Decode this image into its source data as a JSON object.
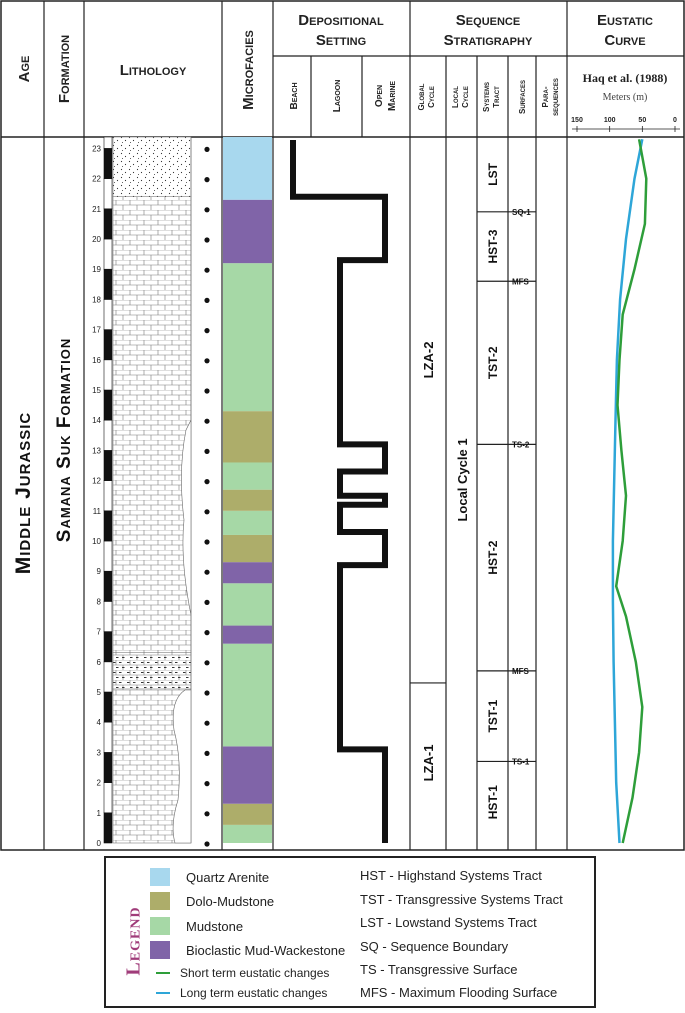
{
  "headers": {
    "age": "Age",
    "formation": "Formation",
    "lithology": "Lithology",
    "microfacies": "Microfacies",
    "depositional_setting": [
      "Depositional",
      "Setting"
    ],
    "sequence_stratigraphy": [
      "Sequence",
      "Stratigraphy"
    ],
    "eustatic_curve": [
      "Eustatic",
      "Curve"
    ],
    "beach": "Beach",
    "lagoon": "Lagoon",
    "open_marine": [
      "Open",
      "Marine"
    ],
    "global_cycle": [
      "Global",
      "Cycle"
    ],
    "local_cycle": [
      "Local",
      "Cycle"
    ],
    "systems_tract": [
      "Systems",
      "Tract"
    ],
    "surfaces": "Surfaces",
    "parasequences": [
      "Para-",
      "sequences"
    ],
    "curve_source": "Haq et al. (1988)",
    "curve_unit": "Meters (m)",
    "curve_ticks": [
      "150",
      "100",
      "50",
      "0"
    ]
  },
  "age_label": "Middle Jurassic",
  "formation_label": "Samana Suk Formation",
  "scale_numbers": [
    "0",
    "1",
    "2",
    "3",
    "4",
    "5",
    "6",
    "7",
    "8",
    "9",
    "10",
    "11",
    "12",
    "13",
    "14",
    "15",
    "16",
    "17",
    "18",
    "19",
    "20",
    "21",
    "22",
    "23"
  ],
  "microfacies_types": {
    "quartz_arenite": {
      "label": "Quartz Arenite",
      "color": "#a8d8ee"
    },
    "dolo_mudstone": {
      "label": "Dolo-Mudstone",
      "color": "#adad6a"
    },
    "mudstone": {
      "label": "Mudstone",
      "color": "#a6d8a6"
    },
    "bioclastic": {
      "label": "Bioclastic Mud-Wackestone",
      "color": "#8064a8"
    }
  },
  "microfacies_column": [
    {
      "from": 0,
      "to": 0.6,
      "type": "mudstone"
    },
    {
      "from": 0.6,
      "to": 1.3,
      "type": "dolo_mudstone"
    },
    {
      "from": 1.3,
      "to": 3.2,
      "type": "bioclastic"
    },
    {
      "from": 3.2,
      "to": 6.6,
      "type": "mudstone"
    },
    {
      "from": 6.6,
      "to": 7.2,
      "type": "bioclastic"
    },
    {
      "from": 7.2,
      "to": 8.6,
      "type": "mudstone"
    },
    {
      "from": 8.6,
      "to": 9.3,
      "type": "bioclastic"
    },
    {
      "from": 9.3,
      "to": 10.2,
      "type": "dolo_mudstone"
    },
    {
      "from": 10.2,
      "to": 11.0,
      "type": "mudstone"
    },
    {
      "from": 11.0,
      "to": 11.7,
      "type": "dolo_mudstone"
    },
    {
      "from": 11.7,
      "to": 12.6,
      "type": "mudstone"
    },
    {
      "from": 12.6,
      "to": 14.3,
      "type": "dolo_mudstone"
    },
    {
      "from": 14.3,
      "to": 19.2,
      "type": "mudstone"
    },
    {
      "from": 19.2,
      "to": 21.3,
      "type": "bioclastic"
    },
    {
      "from": 21.3,
      "to": 23.5,
      "type": "quartz_arenite"
    }
  ],
  "lithology_column": [
    {
      "from": 0,
      "to": 5.1,
      "type": "limestone"
    },
    {
      "from": 5.1,
      "to": 6.3,
      "type": "marly-limestone"
    },
    {
      "from": 6.3,
      "to": 21.4,
      "type": "limestone"
    },
    {
      "from": 21.4,
      "to": 23.5,
      "type": "sandstone"
    }
  ],
  "depositional_curve": {
    "levels": [
      "beach",
      "lagoon",
      "open_marine"
    ],
    "points": [
      {
        "y": 0,
        "level": "open_marine"
      },
      {
        "y": 3.1,
        "level": "open_marine"
      },
      {
        "y": 3.1,
        "level": "lagoon"
      },
      {
        "y": 9.2,
        "level": "lagoon"
      },
      {
        "y": 9.2,
        "level": "open_marine"
      },
      {
        "y": 10.3,
        "level": "open_marine"
      },
      {
        "y": 10.3,
        "level": "lagoon"
      },
      {
        "y": 11.2,
        "level": "lagoon"
      },
      {
        "y": 11.2,
        "level": "open_marine"
      },
      {
        "y": 11.5,
        "level": "open_marine"
      },
      {
        "y": 11.5,
        "level": "lagoon"
      },
      {
        "y": 12.3,
        "level": "lagoon"
      },
      {
        "y": 12.3,
        "level": "open_marine"
      },
      {
        "y": 13.2,
        "level": "open_marine"
      },
      {
        "y": 13.2,
        "level": "lagoon"
      },
      {
        "y": 19.3,
        "level": "lagoon"
      },
      {
        "y": 19.3,
        "level": "open_marine"
      },
      {
        "y": 21.4,
        "level": "open_marine"
      },
      {
        "y": 21.4,
        "level": "beach"
      },
      {
        "y": 23.5,
        "level": "beach"
      }
    ]
  },
  "global_cycles": [
    {
      "label": "LZA-1",
      "from": 0,
      "to": 5.3
    },
    {
      "label": "LZA-2",
      "from": 5.3,
      "to": 23.5
    }
  ],
  "local_cycle": "Local Cycle 1",
  "systems_tracts": [
    {
      "label": "HST-1",
      "from": 0,
      "to": 2.7
    },
    {
      "label": "TST-1",
      "from": 2.7,
      "to": 5.7
    },
    {
      "label": "HST-2",
      "from": 5.7,
      "to": 13.2
    },
    {
      "label": "TST-2",
      "from": 13.2,
      "to": 18.6
    },
    {
      "label": "HST-3",
      "from": 18.6,
      "to": 20.9
    },
    {
      "label": "LST",
      "from": 20.9,
      "to": 23.5
    }
  ],
  "surfaces": [
    {
      "label": "TS-1",
      "y": 2.7
    },
    {
      "label": "MFS",
      "y": 5.7
    },
    {
      "label": "TS-2",
      "y": 13.2
    },
    {
      "label": "MFS",
      "y": 18.6
    },
    {
      "label": "SQ-1",
      "y": 20.9
    }
  ],
  "eustatic": {
    "short_term": {
      "label": "Short term eustatic changes",
      "color": "#2e9e3a",
      "points": [
        [
          0,
          80
        ],
        [
          1.5,
          65
        ],
        [
          3,
          55
        ],
        [
          4.5,
          50
        ],
        [
          6,
          60
        ],
        [
          7.5,
          75
        ],
        [
          8.5,
          90
        ],
        [
          10,
          80
        ],
        [
          11.5,
          75
        ],
        [
          13,
          82
        ],
        [
          14.5,
          88
        ],
        [
          16,
          85
        ],
        [
          17.5,
          80
        ],
        [
          19,
          62
        ],
        [
          20.5,
          46
        ],
        [
          22,
          44
        ],
        [
          23.3,
          55
        ]
      ]
    },
    "long_term": {
      "label": "Long term eustatic changes",
      "color": "#2ea6d8",
      "points": [
        [
          0,
          85
        ],
        [
          2,
          90
        ],
        [
          4,
          92
        ],
        [
          6,
          94
        ],
        [
          8,
          95
        ],
        [
          10,
          95
        ],
        [
          12,
          93
        ],
        [
          14,
          91
        ],
        [
          16,
          89
        ],
        [
          18,
          84
        ],
        [
          20,
          75
        ],
        [
          22,
          62
        ],
        [
          23.3,
          50
        ]
      ]
    }
  },
  "legend": {
    "title": "Legend",
    "abbreviations": [
      "HST - Highstand Systems Tract",
      "TST - Transgressive Systems Tract",
      "LST - Lowstand Systems Tract",
      "SQ - Sequence Boundary",
      "TS - Transgressive Surface",
      "MFS - Maximum Flooding Surface"
    ]
  }
}
